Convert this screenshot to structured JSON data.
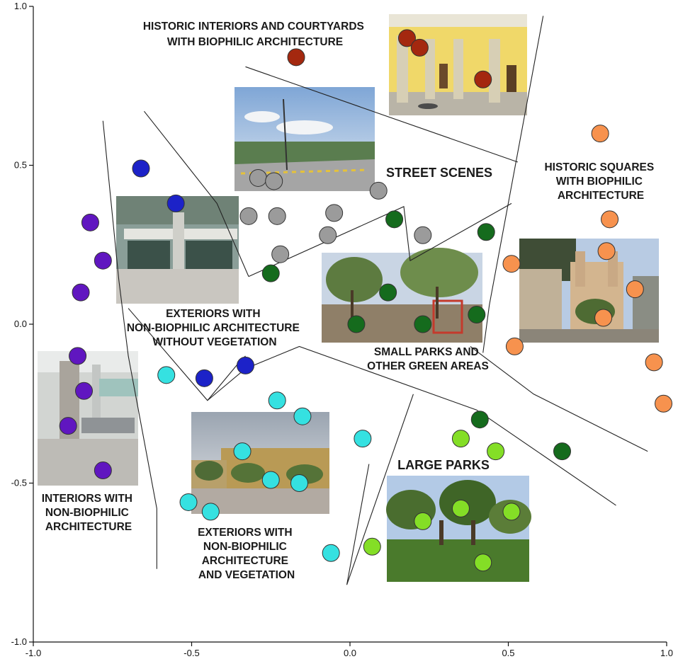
{
  "chart_data": {
    "type": "scatter",
    "xlim": [
      -1.0,
      1.0
    ],
    "ylim": [
      -1.0,
      1.0
    ],
    "x_ticks": [
      {
        "value": -1.0,
        "label": "-1.0"
      },
      {
        "value": -0.5,
        "label": "-0.5"
      },
      {
        "value": 0.0,
        "label": "0.0"
      },
      {
        "value": 0.5,
        "label": "0.5"
      },
      {
        "value": 1.0,
        "label": "1.0"
      }
    ],
    "y_ticks": [
      {
        "value": 1.0,
        "label": "1.0"
      },
      {
        "value": 0.5,
        "label": "0.5"
      },
      {
        "value": 0.0,
        "label": "0.0"
      },
      {
        "value": -0.5,
        "label": "-0.5"
      },
      {
        "value": -1.0,
        "label": "-1.0"
      }
    ],
    "grid": false,
    "legend": "none",
    "groups": [
      {
        "id": "historic-interiors",
        "label_lines": [
          "HISTORIC INTERIORS AND COURTYARDS",
          "WITH BIOPHILIC ARCHITECTURE"
        ],
        "color": "#a4280f",
        "points": [
          [
            -0.17,
            0.84
          ],
          [
            0.18,
            0.9
          ],
          [
            0.22,
            0.87
          ],
          [
            0.42,
            0.77
          ]
        ]
      },
      {
        "id": "street-scenes",
        "label_lines": [
          "STREET SCENES"
        ],
        "color": "#9b9b9b",
        "points": [
          [
            -0.29,
            0.46
          ],
          [
            -0.24,
            0.45
          ],
          [
            -0.32,
            0.34
          ],
          [
            -0.23,
            0.34
          ],
          [
            -0.05,
            0.35
          ],
          [
            0.09,
            0.42
          ],
          [
            -0.07,
            0.28
          ],
          [
            -0.22,
            0.22
          ],
          [
            0.23,
            0.28
          ]
        ]
      },
      {
        "id": "historic-squares",
        "label_lines": [
          "HISTORIC SQUARES",
          "WITH BIOPHILIC",
          "ARCHITECTURE"
        ],
        "color": "#f7924e",
        "points": [
          [
            0.79,
            0.6
          ],
          [
            0.82,
            0.33
          ],
          [
            0.81,
            0.23
          ],
          [
            0.51,
            0.19
          ],
          [
            0.9,
            0.11
          ],
          [
            0.8,
            0.02
          ],
          [
            0.52,
            -0.07
          ],
          [
            0.96,
            -0.12
          ],
          [
            0.99,
            -0.25
          ]
        ]
      },
      {
        "id": "small-parks",
        "label_lines": [
          "SMALL PARKS AND",
          "OTHER GREEN AREAS"
        ],
        "color": "#156b1d",
        "points": [
          [
            0.14,
            0.33
          ],
          [
            0.43,
            0.29
          ],
          [
            -0.25,
            0.16
          ],
          [
            0.12,
            0.1
          ],
          [
            0.4,
            0.03
          ],
          [
            0.02,
            0.0
          ],
          [
            0.23,
            0.0
          ],
          [
            0.41,
            -0.3
          ],
          [
            0.67,
            -0.4
          ]
        ]
      },
      {
        "id": "exteriors-no-veg",
        "label_lines": [
          "EXTERIORS WITH",
          "NON-BIOPHILIC ARCHITECTURE",
          "WITHOUT VEGETATION"
        ],
        "color": "#1c22c8",
        "points": [
          [
            -0.66,
            0.49
          ],
          [
            -0.55,
            0.38
          ],
          [
            -0.33,
            -0.13
          ],
          [
            -0.46,
            -0.17
          ]
        ]
      },
      {
        "id": "interiors-non-biophilic",
        "label_lines": [
          "INTERIORS WITH",
          "NON-BIOPHILIC",
          "ARCHITECTURE"
        ],
        "color": "#6016c0",
        "points": [
          [
            -0.82,
            0.32
          ],
          [
            -0.78,
            0.2
          ],
          [
            -0.85,
            0.1
          ],
          [
            -0.86,
            -0.1
          ],
          [
            -0.84,
            -0.21
          ],
          [
            -0.89,
            -0.32
          ],
          [
            -0.78,
            -0.46
          ]
        ]
      },
      {
        "id": "exteriors-veg",
        "label_lines": [
          "EXTERIORS WITH",
          "NON-BIOPHILIC",
          "ARCHITECTURE",
          "AND VEGETATION"
        ],
        "color": "#35e1e1",
        "points": [
          [
            -0.58,
            -0.16
          ],
          [
            -0.23,
            -0.24
          ],
          [
            -0.15,
            -0.29
          ],
          [
            0.04,
            -0.36
          ],
          [
            -0.34,
            -0.4
          ],
          [
            -0.25,
            -0.49
          ],
          [
            -0.16,
            -0.5
          ],
          [
            -0.51,
            -0.56
          ],
          [
            -0.44,
            -0.59
          ],
          [
            -0.06,
            -0.72
          ]
        ]
      },
      {
        "id": "large-parks",
        "label_lines": [
          "LARGE PARKS"
        ],
        "color": "#84de26",
        "points": [
          [
            0.35,
            -0.36
          ],
          [
            0.46,
            -0.4
          ],
          [
            0.23,
            -0.62
          ],
          [
            0.35,
            -0.58
          ],
          [
            0.51,
            -0.59
          ],
          [
            0.07,
            -0.7
          ],
          [
            0.42,
            -0.75
          ]
        ]
      }
    ],
    "boundaries": [
      [
        [
          -0.33,
          0.81
        ],
        [
          0.53,
          0.51
        ]
      ],
      [
        [
          -0.65,
          0.67
        ],
        [
          -0.42,
          0.38
        ],
        [
          -0.32,
          0.15
        ]
      ],
      [
        [
          -0.32,
          0.15
        ],
        [
          0.17,
          0.37
        ],
        [
          0.19,
          0.2
        ],
        [
          0.51,
          0.38
        ]
      ],
      [
        [
          0.61,
          0.97
        ],
        [
          0.44,
          0.06
        ],
        [
          0.42,
          -0.09
        ]
      ],
      [
        [
          -0.78,
          0.64
        ],
        [
          -0.73,
          0.14
        ],
        [
          -0.7,
          -0.1
        ],
        [
          -0.61,
          -0.58
        ],
        [
          -0.61,
          -0.77
        ]
      ],
      [
        [
          -0.7,
          0.05
        ],
        [
          -0.45,
          -0.24
        ],
        [
          -0.35,
          -0.12
        ],
        [
          -0.33,
          -0.1
        ]
      ],
      [
        [
          -0.45,
          -0.24
        ],
        [
          -0.33,
          -0.14
        ],
        [
          -0.16,
          -0.07
        ],
        [
          0.4,
          -0.27
        ],
        [
          0.84,
          -0.57
        ]
      ],
      [
        [
          0.38,
          -0.07
        ],
        [
          0.58,
          -0.22
        ],
        [
          0.94,
          -0.4
        ]
      ],
      [
        [
          0.06,
          -0.44
        ],
        [
          -0.01,
          -0.82
        ],
        [
          0.2,
          -0.22
        ]
      ]
    ]
  }
}
